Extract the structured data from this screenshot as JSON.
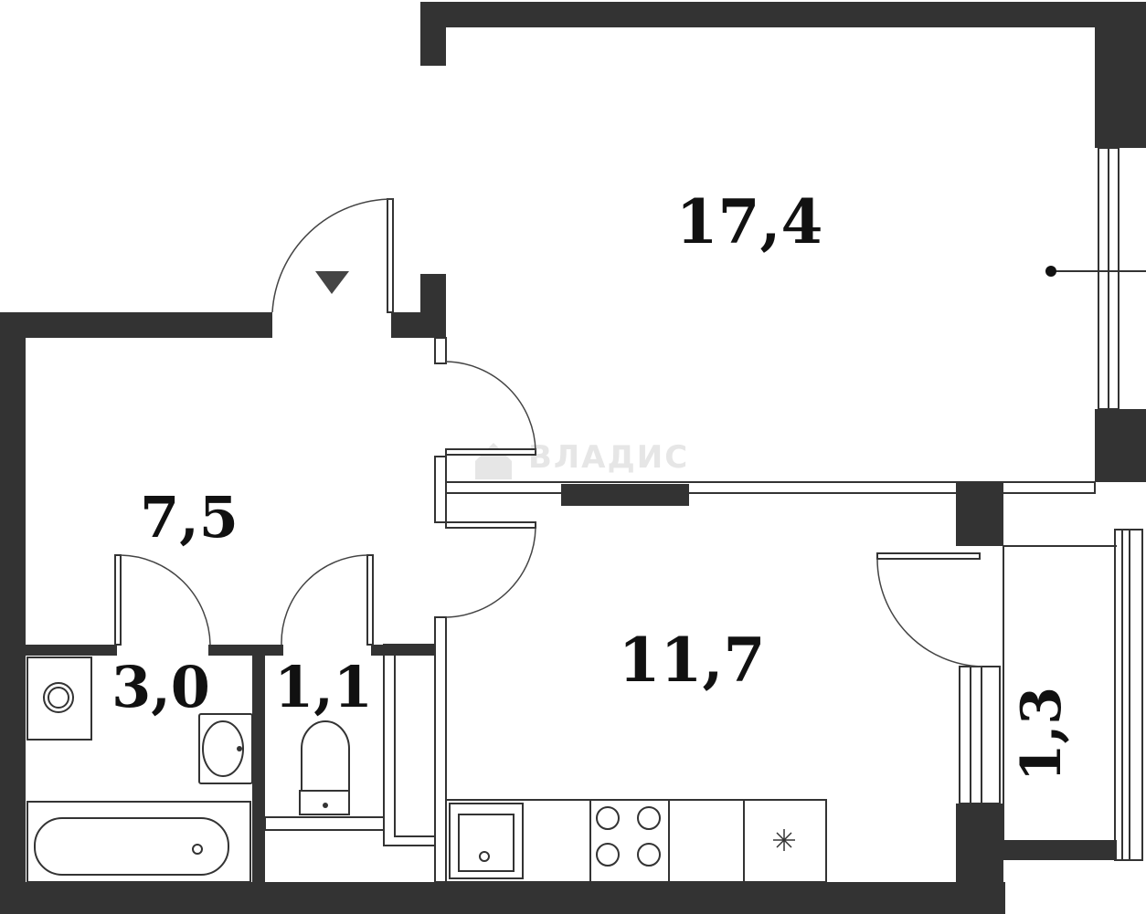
{
  "rooms": {
    "living_room_area": "17,4",
    "hall_area": "7,5",
    "bathroom_area": "3,0",
    "toilet_area": "1,1",
    "kitchen_area": "11,7",
    "balcony_area": "1,3"
  },
  "watermark": "ВЛАДИС",
  "colors": {
    "wall": "#333333",
    "text": "#111111",
    "watermark": "#e6e6e6"
  }
}
